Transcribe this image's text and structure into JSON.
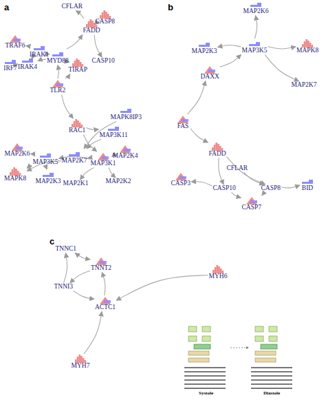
{
  "diagram": {
    "nodes": [
      {
        "text": [
          "TRAF6"
        ]
      },
      {
        "text": [
          "CFLAR"
        ]
      },
      {
        "text": [
          "CASP8"
        ]
      },
      {
        "text": [
          "IRAK1"
        ]
      },
      {
        "text": [
          "FADD"
        ]
      },
      {
        "text": [
          "IRF7"
        ]
      },
      {
        "text": [
          "IRAK4"
        ]
      },
      {
        "text": [
          "MYD88"
        ]
      },
      {
        "text": [
          "CASP10"
        ]
      },
      {
        "text": [
          "TIRAP"
        ]
      },
      {
        "text": [
          "TLR2"
        ]
      },
      {
        "text": [
          "MAPK8IP3"
        ]
      },
      {
        "text": [
          "RAC1"
        ]
      },
      {
        "text": [
          "MAP3K11"
        ]
      },
      {
        "text": [
          "MAP2K6"
        ]
      },
      {
        "text": [
          "MAP3K5"
        ]
      },
      {
        "text": [
          "MAP2K7"
        ]
      },
      {
        "text": [
          "MAP3K1"
        ]
      },
      {
        "text": [
          "MAP2K4"
        ]
      },
      {
        "text": [
          "MAPK8"
        ]
      },
      {
        "text": [
          "MAP2K3"
        ]
      },
      {
        "text": [
          "MAP2K1"
        ]
      },
      {
        "text": [
          "MAP2K2"
        ]
      },
      {
        "text": [
          "MAP2K6"
        ]
      },
      {
        "text": [
          "MAP2K3"
        ]
      },
      {
        "text": [
          "MAP3K5"
        ]
      },
      {
        "text": [
          "MAPK8"
        ]
      },
      {
        "text": [
          "DAXX"
        ]
      },
      {
        "text": [
          "MAP2K7"
        ]
      },
      {
        "text": [
          "FAS"
        ]
      },
      {
        "text": [
          "FADD"
        ]
      },
      {
        "text": [
          "CFLAR"
        ]
      },
      {
        "text": [
          "CASP3"
        ]
      },
      {
        "text": [
          "CASP10"
        ]
      },
      {
        "text": [
          "CASP8"
        ]
      },
      {
        "text": [
          "BID"
        ]
      },
      {
        "text": [
          "CASP7"
        ]
      },
      {
        "text": [
          "TNNC1"
        ]
      },
      {
        "text": [
          "TNNT2"
        ]
      },
      {
        "text": [
          "TNNI3"
        ]
      },
      {
        "text": [
          "ACTC1"
        ]
      },
      {
        "text": [
          "MYH6"
        ]
      },
      {
        "text": [
          "MYH7"
        ]
      }
    ],
    "edges": [
      {
        "from": 4,
        "to": 1,
        "arrow": "to"
      },
      {
        "from": 4,
        "to": 2,
        "arrow": "to"
      },
      {
        "from": 4,
        "to": 8,
        "arrow": "to"
      },
      {
        "from": 7,
        "to": 4,
        "arrow": "to"
      },
      {
        "from": 7,
        "to": 3,
        "arrow": "to"
      },
      {
        "from": 7,
        "to": 6,
        "arrow": "to"
      },
      {
        "from": 3,
        "to": 0,
        "arrow": "to"
      },
      {
        "from": 6,
        "to": 5,
        "arrow": "to"
      },
      {
        "from": 6,
        "to": 3,
        "arrow": "to"
      },
      {
        "from": 9,
        "to": 7,
        "arrow": "to"
      },
      {
        "from": 10,
        "to": 9,
        "arrow": "to"
      },
      {
        "from": 10,
        "to": 7,
        "arrow": "to"
      },
      {
        "from": 10,
        "to": 12,
        "arrow": "to"
      },
      {
        "from": 12,
        "to": 13,
        "arrow": "to"
      },
      {
        "from": 12,
        "to": 17,
        "arrow": "to"
      },
      {
        "from": 13,
        "to": 16,
        "arrow": "to"
      },
      {
        "from": 11,
        "to": 16,
        "arrow": "to"
      },
      {
        "from": 17,
        "to": 16,
        "arrow": "to"
      },
      {
        "from": 17,
        "to": 18,
        "arrow": "to"
      },
      {
        "from": 17,
        "to": 21,
        "arrow": "to"
      },
      {
        "from": 17,
        "to": 22,
        "arrow": "to"
      },
      {
        "from": 17,
        "to": 15,
        "arrow": "to"
      },
      {
        "from": 15,
        "to": 14,
        "arrow": "to"
      },
      {
        "from": 15,
        "to": 19,
        "arrow": "to"
      },
      {
        "from": 15,
        "to": 20,
        "arrow": "to"
      },
      {
        "from": 16,
        "to": 19,
        "arrow": "to"
      },
      {
        "from": 25,
        "to": 23,
        "arrow": "to"
      },
      {
        "from": 25,
        "to": 24,
        "arrow": "to"
      },
      {
        "from": 25,
        "to": 26,
        "arrow": "to"
      },
      {
        "from": 25,
        "to": 28,
        "arrow": "to"
      },
      {
        "from": 27,
        "to": 25,
        "arrow": "to"
      },
      {
        "from": 29,
        "to": 27,
        "arrow": "to"
      },
      {
        "from": 29,
        "to": 30,
        "arrow": "to"
      },
      {
        "from": 30,
        "to": 33,
        "arrow": "to"
      },
      {
        "from": 30,
        "to": 34,
        "arrow": "to"
      },
      {
        "from": 31,
        "to": 34,
        "arrow": "to"
      },
      {
        "from": 33,
        "to": 32,
        "arrow": "to"
      },
      {
        "from": 33,
        "to": 36,
        "arrow": "to"
      },
      {
        "from": 34,
        "to": 36,
        "arrow": "to"
      },
      {
        "from": 34,
        "to": 35,
        "arrow": "to"
      },
      {
        "from": 37,
        "to": 38,
        "arrow": "both"
      },
      {
        "from": 38,
        "to": 39,
        "arrow": "to"
      },
      {
        "from": 39,
        "to": 37,
        "arrow": "to"
      },
      {
        "from": 40,
        "to": 38,
        "arrow": "to"
      },
      {
        "from": 39,
        "to": 40,
        "arrow": "to"
      },
      {
        "from": 41,
        "to": 40,
        "arrow": "to"
      },
      {
        "from": 42,
        "to": 40,
        "arrow": "to"
      }
    ],
    "labels": [
      "a",
      "b",
      "c",
      "Systole",
      "Diastole"
    ]
  }
}
